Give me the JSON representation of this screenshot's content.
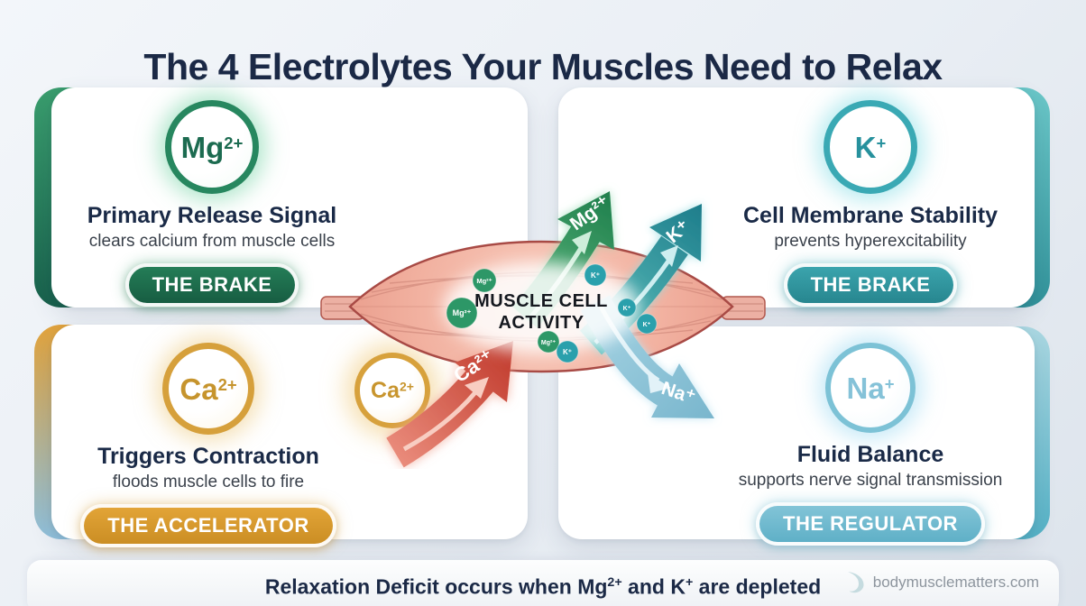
{
  "title": "The 4 Electrolytes Your Muscles Need to Relax",
  "colors": {
    "magnesium_green": "#1d6b4a",
    "potassium_teal": "#2f97a1",
    "calcium_gold": "#d79a2b",
    "sodium_blue": "#6fb9d0",
    "heading_navy": "#1b2946"
  },
  "cards": {
    "mg": {
      "symbol": "Mg",
      "charge": "2+",
      "heading": "Primary Release Signal",
      "subheading": "clears calcium from muscle cells",
      "badge": "THE BRAKE"
    },
    "k": {
      "symbol": "K",
      "charge": "+",
      "heading": "Cell Membrane Stability",
      "subheading": "prevents hyperexcitability",
      "badge": "THE BRAKE"
    },
    "ca": {
      "symbol": "Ca",
      "charge": "2+",
      "heading": "Triggers Contraction",
      "subheading": "floods muscle cells to fire",
      "badge": "THE ACCELERATOR"
    },
    "na": {
      "symbol": "Na",
      "charge": "+",
      "heading": "Fluid Balance",
      "subheading": "supports nerve signal transmission",
      "badge": "THE REGULATOR"
    }
  },
  "center": {
    "label_line1": "MUSCLE CELL",
    "label_line2": "ACTIVITY",
    "arrows": {
      "mg": "Mg²⁺",
      "k": "K⁺",
      "na": "Na⁺",
      "ca": "Ca²⁺"
    },
    "dots": {
      "mg": "Mg²⁺",
      "k": "K⁺"
    },
    "floating_ca": {
      "symbol": "Ca",
      "charge": "2+"
    }
  },
  "footer": {
    "message": {
      "p1": "Relaxation Deficit occurs when Mg",
      "s1": "2+",
      "p2": " and K",
      "s2": "+",
      "p3": " are depleted"
    },
    "website": "bodymusclematters.com"
  }
}
